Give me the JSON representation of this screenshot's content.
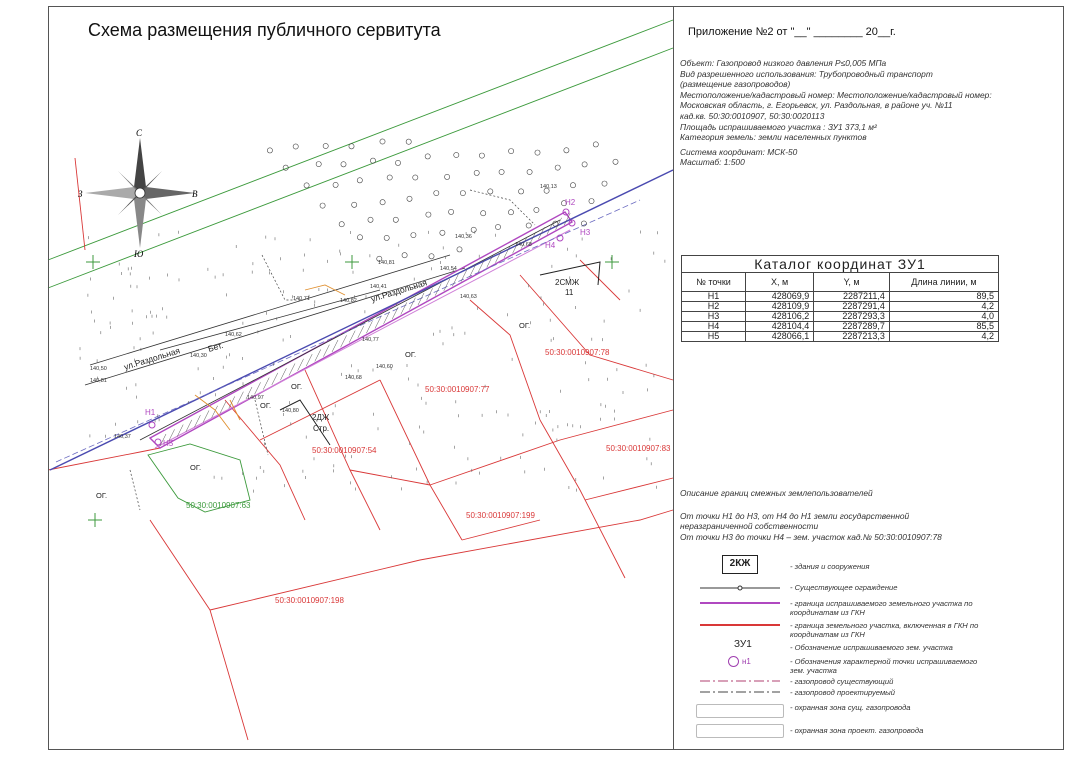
{
  "title": "Схема размещения публичного сервитута",
  "appendix": "Приложение №2 от \"__\" ________ 20__г.",
  "info_lines": [
    "Объект: Газопровод низкого давления P≤0,005 МПа",
    "Вид разрешенного использования: Трубопроводный транспорт",
    "(размещение газопроводов)",
    "Местоположение/кадастровый номер: Местоположение/кадастровый номер:",
    "Московская область, г. Егорьевск, ул. Раздольная, в районе уч. №11",
    "кад.кв. 50:30:0010907, 50:30:0020113",
    "Площадь испрашиваемого участка :  ЗУ1 373,1 м²",
    "Категория земель: земли населенных пунктов",
    "Система координат: МСК-50",
    "Масштаб: 1:500"
  ],
  "compass": {
    "n": "С",
    "s": "Ю",
    "e": "В",
    "w": "З"
  },
  "catalog": {
    "caption": "Каталог координат ЗУ1",
    "headers": [
      "№ точки",
      "X, м",
      "Y, м",
      "Длина линии, м"
    ],
    "rows": [
      [
        "Н1",
        "428069,9",
        "2287211,4",
        "89,5"
      ],
      [
        "Н2",
        "428109,9",
        "2287291,4",
        "4,2"
      ],
      [
        "Н3",
        "428106,2",
        "2287293,3",
        "4,0"
      ],
      [
        "Н4",
        "428104,4",
        "2287289,7",
        "85,5"
      ],
      [
        "Н5",
        "428066,1",
        "2287213,3",
        "4,2"
      ]
    ]
  },
  "neighbors": {
    "title": "Описание границ смежных землепользователей",
    "lines": [
      "От точки Н1 до Н3, от Н4 до Н1 земли государственной",
      "неразграниченной собственности",
      "От точки Н3 до точки Н4 – зем. участок кад.№ 50:30:0010907:78"
    ]
  },
  "legend": [
    {
      "symbol": "2КЖ",
      "text": "- здания и сооружения"
    },
    {
      "symbol": "fence",
      "text": "- Существующее ограждение"
    },
    {
      "symbol": "purple-line",
      "text": "- граница испрашиваемого земельного участка по координатам из ГКН"
    },
    {
      "symbol": "red-line",
      "text": "- граница земельного участка, включенная в ГКН по координатам из ГКН"
    },
    {
      "symbol": "ЗУ1",
      "text": "- Обозначение испрашиваемого зем. участка"
    },
    {
      "symbol": "н1",
      "text": "- Обозначения характерной точки испрашиваемого зем. участка"
    },
    {
      "symbol": "gas-existing",
      "text": "- газопровод существующий"
    },
    {
      "symbol": "gas-project",
      "text": "- газопровод проектируемый"
    },
    {
      "symbol": "zone-existing",
      "text": "- охранная зона сущ. газопровода"
    },
    {
      "symbol": "zone-project",
      "text": "- охранная зона проект. газопровода"
    }
  ],
  "map_labels": {
    "parcels": [
      "50:30:0010907:78",
      "50:30:0010907:77",
      "50:30:0010907:54",
      "50:30:0010907:83",
      "50:30:0010907:199",
      "50:30:0010907:63",
      "50:30:0010907:198"
    ],
    "buildings": [
      "2СМЖ",
      "11",
      "2ДЖ",
      "Стр."
    ],
    "streets": [
      "ул.Раздольная",
      "ул.Раздольная",
      "Бет."
    ],
    "og": [
      "ОГ.",
      "ОГ.",
      "ОГ.",
      "ОГ.",
      "ОГ.",
      "ОГ."
    ],
    "points": [
      "Н1",
      "Н2",
      "Н3",
      "Н4",
      "Н5"
    ],
    "elevations": [
      "140,13",
      "140,36",
      "140,68",
      "140,81",
      "140,71",
      "140,41",
      "140,82",
      "140,62",
      "140,50",
      "140,81",
      "140,30",
      "140,54",
      "140,77",
      "140,60",
      "140,68",
      "140,97",
      "140,80",
      "140,63",
      "140,37"
    ]
  },
  "colors": {
    "parcel": "#d93838",
    "servitude": "#b048c0",
    "gas": "#4a4ab0",
    "green": "#3c9a3c",
    "orange": "#e09030"
  }
}
